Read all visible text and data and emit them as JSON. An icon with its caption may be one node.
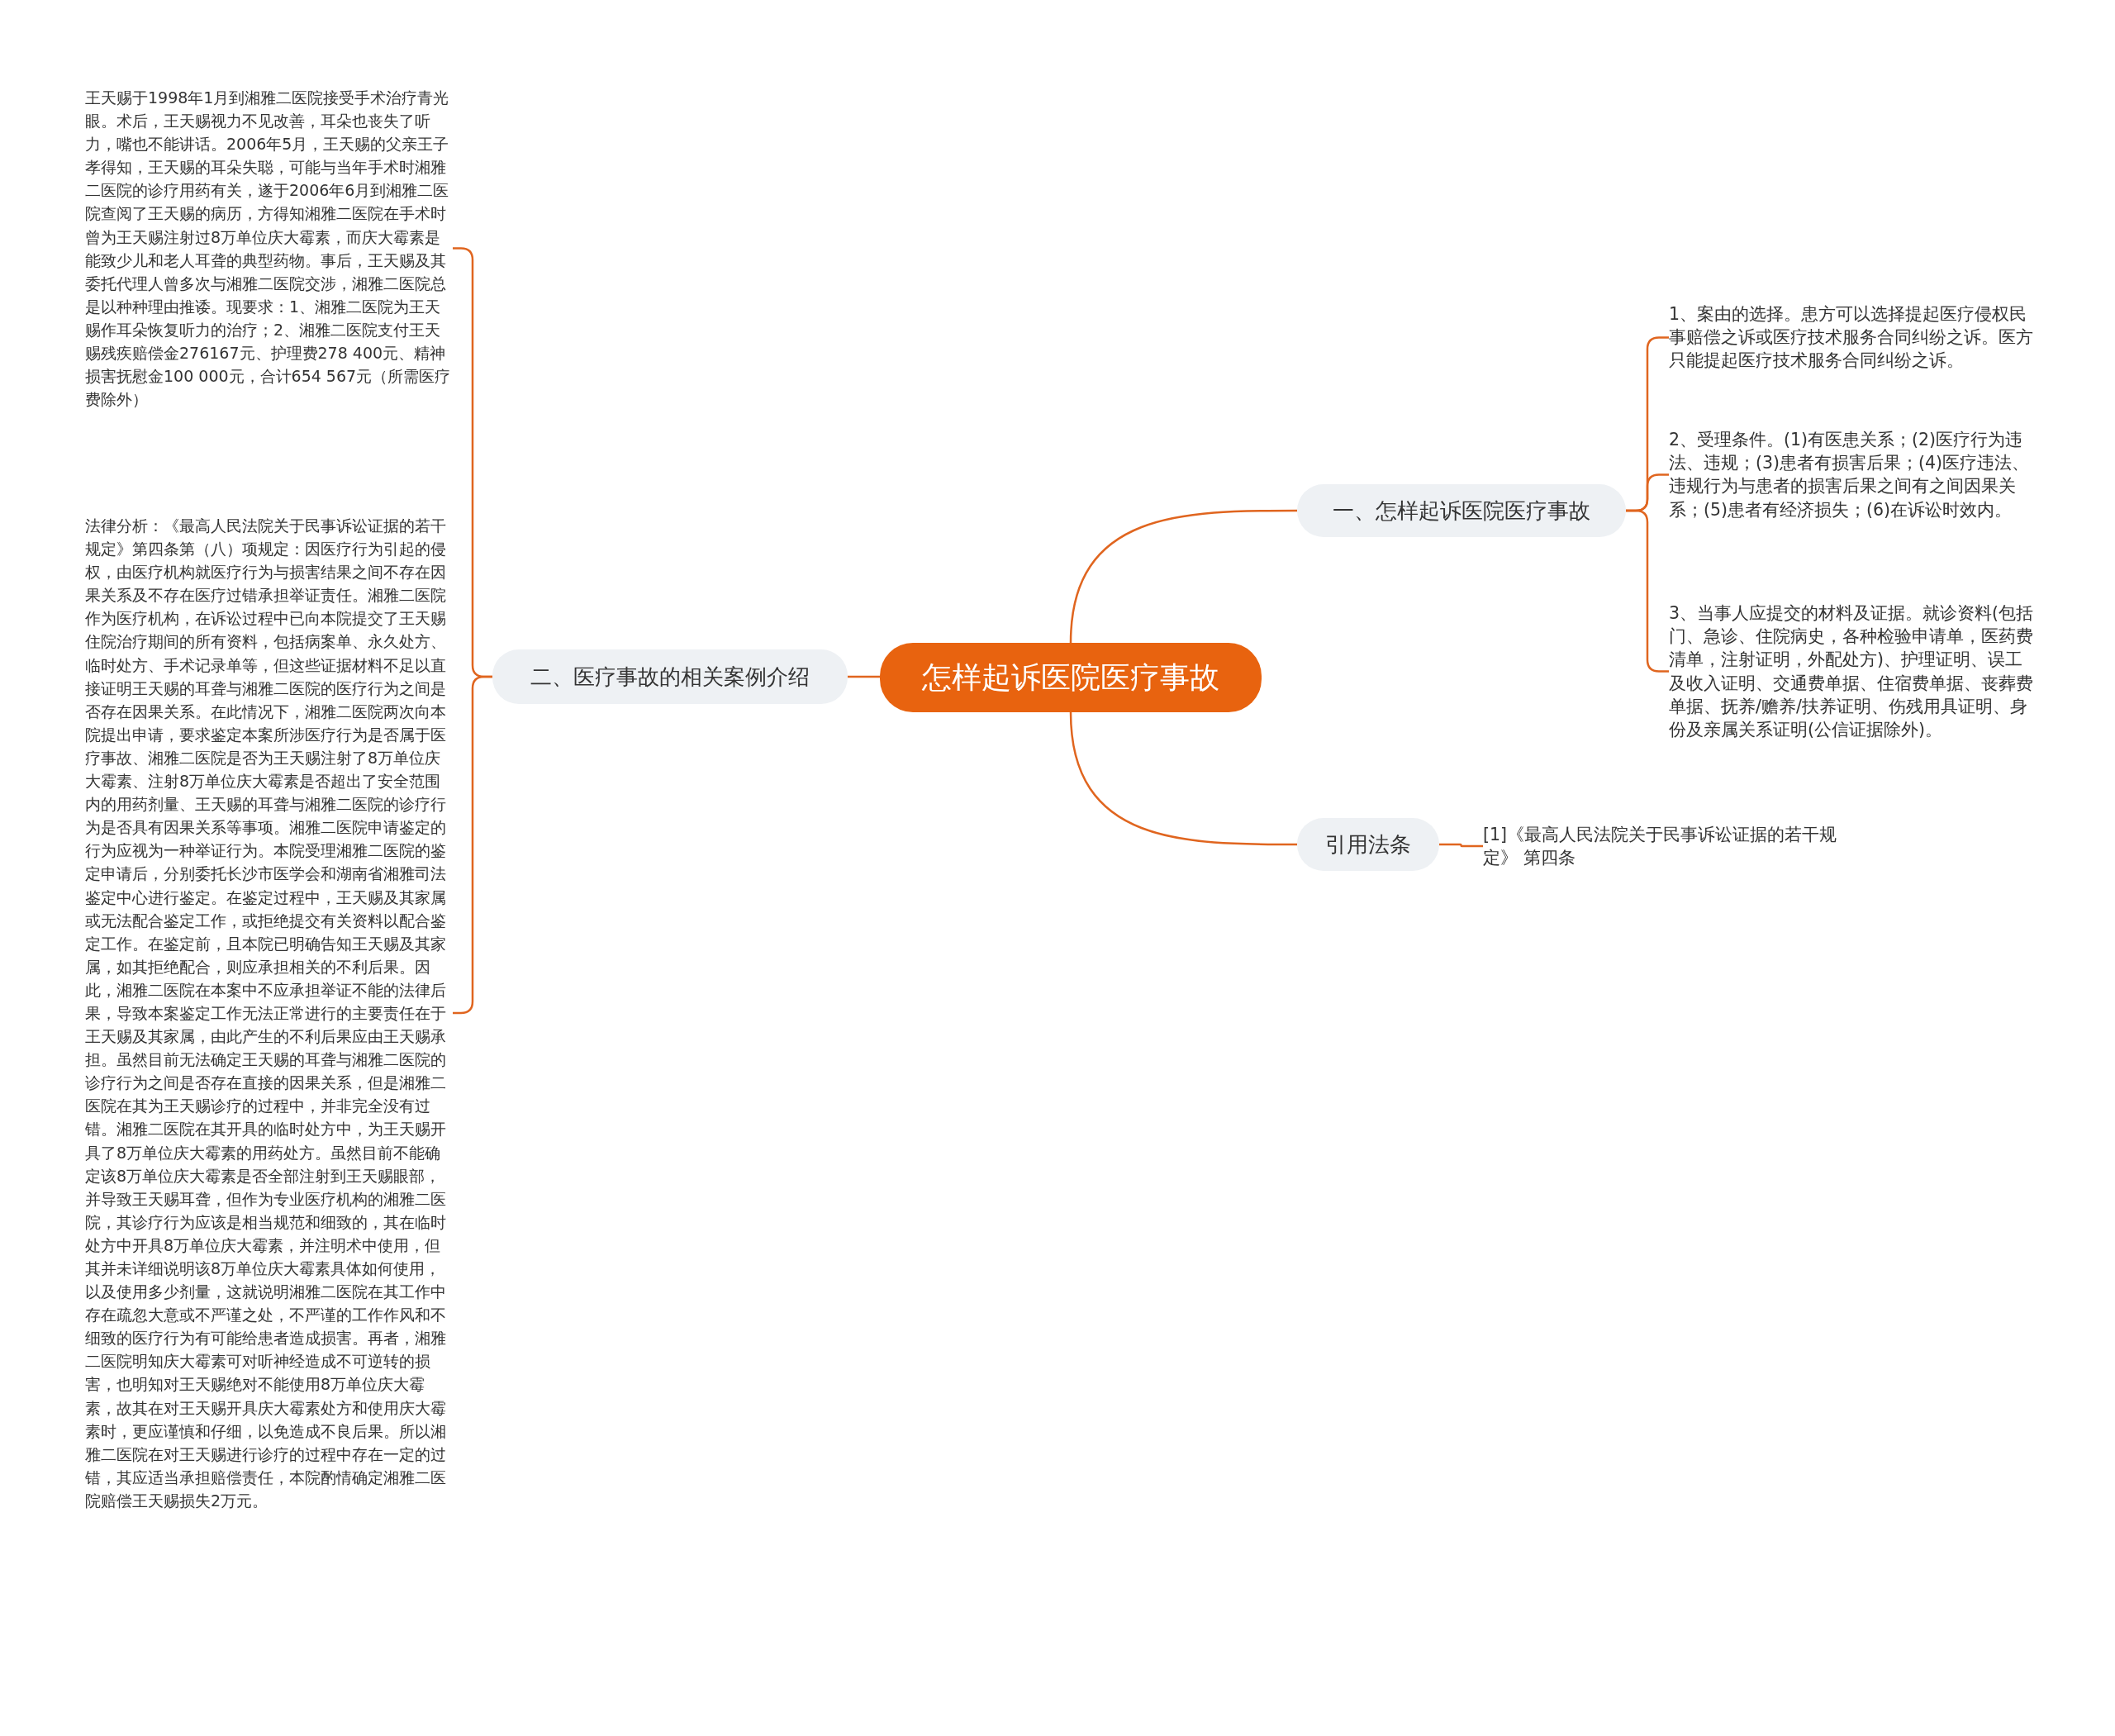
{
  "diagram": {
    "nodes": [
      {
        "text": [
          "怎样起诉医院医疗事故"
        ]
      },
      {
        "text": [
          "一、怎样起诉医院医疗事故"
        ]
      },
      {
        "text": [
          "1、案由的选择。患方可以选择提起医疗侵权民事赔偿之诉或医疗技术服务合同纠纷之诉。医方只能提起医疗技术服务合同纠纷之诉。"
        ]
      },
      {
        "text": [
          "2、受理条件。(1)有医患关系；(2)医疗行为违法、违规；(3)患者有损害后果；(4)医疗违法、违规行为与患者的损害后果之间有之间因果关系；(5)患者有经济损失；(6)在诉讼时效内。"
        ]
      },
      {
        "text": [
          "3、当事人应提交的材料及证据。就诊资料(包括门、急诊、住院病史，各种检验申请单，医药费清单，注射证明，外配处方)、护理证明、误工及收入证明、交通费单据、住宿费单据、丧葬费单据、抚养/赡养/扶养证明、伤残用具证明、身份及亲属关系证明(公信证据除外)。"
        ]
      },
      {
        "text": [
          "引用法条"
        ]
      },
      {
        "text": [
          "[1]《最高人民法院关于民事诉讼证据的若干规定》 第四条"
        ]
      },
      {
        "text": [
          "二、医疗事故的相关案例介绍"
        ]
      },
      {
        "text": [
          "王天赐于1998年1月到湘雅二医院接受手术治疗青光眼。术后，王天赐视力不见改善，耳朵也丧失了听力，嘴也不能讲话。2006年5月，王天赐的父亲王子孝得知，王天赐的耳朵失聪，可能与当年手术时湘雅二医院的诊疗用药有关，遂于2006年6月到湘雅二医院查阅了王天赐的病历，方得知湘雅二医院在手术时曾为王天赐注射过8万单位庆大霉素，而庆大霉素是能致少儿和老人耳聋的典型药物。事后，王天赐及其委托代理人曾多次与湘雅二医院交涉，湘雅二医院总是以种种理由推诿。现要求：1、湘雅二医院为王天赐作耳朵恢复听力的治疗；2、湘雅二医院支付王天赐残疾赔偿金276167元、护理费278 400元、精神损害抚慰金100 000元，合计654 567元（所需医疗费除外）"
        ]
      },
      {
        "text": [
          "法律分析：《最高人民法院关于民事诉讼证据的若干规定》第四条第（八）项规定：因医疗行为引起的侵权，由医疗机构就医疗行为与损害结果之间不存在因果关系及不存在医疗过错承担举证责任。湘雅二医院作为医疗机构，在诉讼过程中已向本院提交了王天赐住院治疗期间的所有资料，包括病案单、永久处方、临时处方、手术记录单等，但这些证据材料不足以直接证明王天赐的耳聋与湘雅二医院的医疗行为之间是否存在因果关系。在此情况下，湘雅二医院两次向本院提出申请，要求鉴定本案所涉医疗行为是否属于医疗事故、湘雅二医院是否为王天赐注射了8万单位庆大霉素、注射8万单位庆大霉素是否超出了安全范围内的用药剂量、王天赐的耳聋与湘雅二医院的诊疗行为是否具有因果关系等事项。湘雅二医院申请鉴定的行为应视为一种举证行为。本院受理湘雅二医院的鉴定申请后，分别委托长沙市医学会和湖南省湘雅司法鉴定中心进行鉴定。在鉴定过程中，王天赐及其家属或无法配合鉴定工作，或拒绝提交有关资料以配合鉴定工作。在鉴定前，且本院已明确告知王天赐及其家属，如其拒绝配合，则应承担相关的不利后果。因此，湘雅二医院在本案中不应承担举证不能的法律后果，导致本案鉴定工作无法正常进行的主要责任在于王天赐及其家属，由此产生的不利后果应由王天赐承担。虽然目前无法确定王天赐的耳聋与湘雅二医院的诊疗行为之间是否存在直接的因果关系，但是湘雅二医院在其为王天赐诊疗的过程中，并非完全没有过错。湘雅二医院在其开具的临时处方中，为王天赐开具了8万单位庆大霉素的用药处方。虽然目前不能确定该8万单位庆大霉素是否全部注射到王天赐眼部，并导致王天赐耳聋，但作为专业医疗机构的湘雅二医院，其诊疗行为应该是相当规范和细致的，其在临时处方中开具8万单位庆大霉素，并注明术中使用，但其并未详细说明该8万单位庆大霉素具体如何使用，以及使用多少剂量，这就说明湘雅二医院在其工作中存在疏忽大意或不严谨之处，不严谨的工作作风和不细致的医疗行为有可能给患者造成损害。再者，湘雅二医院明知庆大霉素可对听神经造成不可逆转的损害，也明知对王天赐绝对不能使用8万单位庆大霉素，故其在对王天赐开具庆大霉素处方和使用庆大霉素时，更应谨慎和仔细，以免造成不良后果。所以湘雅二医院在对王天赐进行诊疗的过程中存在一定的过错，其应适当承担赔偿责任，本院酌情确定湘雅二医院赔偿王天赐损失2万元。"
        ]
      }
    ],
    "edges": [
      {
        "from": 0,
        "to": 1,
        "arrow": "none"
      },
      {
        "from": 1,
        "to": 2,
        "arrow": "none"
      },
      {
        "from": 1,
        "to": 3,
        "arrow": "none"
      },
      {
        "from": 1,
        "to": 4,
        "arrow": "none"
      },
      {
        "from": 0,
        "to": 5,
        "arrow": "none"
      },
      {
        "from": 5,
        "to": 6,
        "arrow": "none"
      },
      {
        "from": 0,
        "to": 7,
        "arrow": "none"
      },
      {
        "from": 7,
        "to": 8,
        "arrow": "none"
      },
      {
        "from": 7,
        "to": 9,
        "arrow": "none"
      }
    ]
  }
}
